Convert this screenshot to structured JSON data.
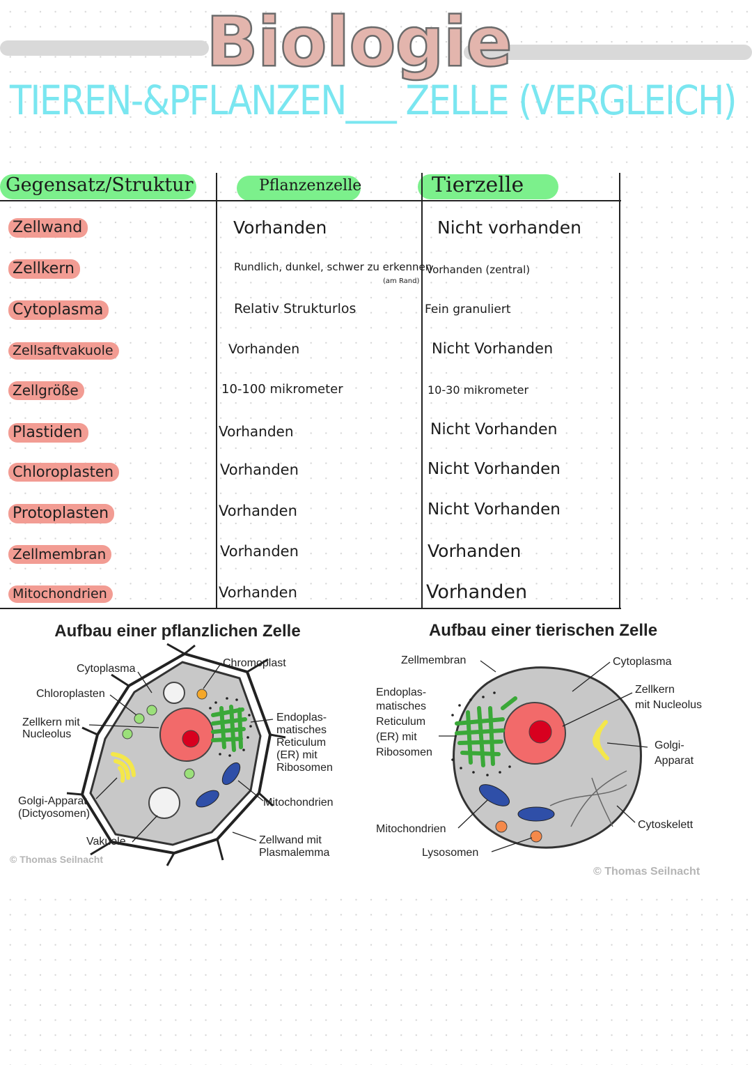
{
  "title": "Biologie",
  "subtitle": "TIEREN-&PFLANZEN___ ZELLE (VERGLEICH)",
  "table": {
    "headers": [
      "Gegensatz/Struktur",
      "Pflanzenzelle",
      "Tierzelle"
    ],
    "rows": [
      {
        "structure": "Zellwand",
        "plant": "Vorhanden",
        "animal": "Nicht vorhanden"
      },
      {
        "structure": "Zellkern",
        "plant": "Rundlich, dunkel, schwer zu erkennen",
        "plant_note": "(am Rand)",
        "animal": "Vorhanden (zentral)"
      },
      {
        "structure": "Cytoplasma",
        "plant": "Relativ Strukturlos",
        "animal": "Fein granuliert"
      },
      {
        "structure": "Zellsaftvakuole",
        "plant": "Vorhanden",
        "animal": "Nicht Vorhanden"
      },
      {
        "structure": "Zellgröße",
        "plant": "10-100 mikrometer",
        "animal": "10-30 mikrometer"
      },
      {
        "structure": "Plastiden",
        "plant": "Vorhanden",
        "animal": "Nicht Vorhanden"
      },
      {
        "structure": "Chloroplasten",
        "plant": "Vorhanden",
        "animal": "Nicht Vorhanden"
      },
      {
        "structure": "Protoplasten",
        "plant": "Vorhanden",
        "animal": "Nicht Vorhanden"
      },
      {
        "structure": "Zellmembran",
        "plant": "Vorhanden",
        "animal": "Vorhanden"
      },
      {
        "structure": "Mitochondrien",
        "plant": "Vorhanden",
        "animal": "Vorhanden"
      }
    ]
  },
  "plant_cell": {
    "title": "Aufbau einer pflanzlichen Zelle",
    "labels": {
      "cytoplasma": "Cytoplasma",
      "chromoplast": "Chromoplast",
      "chloroplasten": "Chloroplasten",
      "zellkern_1": "Zellkern mit",
      "zellkern_2": "Nucleolus",
      "er_1": "Endoplas-",
      "er_2": "matisches",
      "er_3": "Reticulum",
      "er_4": "(ER) mit",
      "er_5": "Ribosomen",
      "golgi_1": "Golgi-Apparat",
      "golgi_2": "(Dictyosomen)",
      "mitochondrien": "Mitochondrien",
      "vakuole": "Vakuole",
      "zellwand_1": "Zellwand mit",
      "zellwand_2": "Plasmalemma"
    },
    "copyright": "© Thomas Seilnacht"
  },
  "animal_cell": {
    "title": "Aufbau einer tierischen Zelle",
    "labels": {
      "zellmembran": "Zellmembran",
      "cytoplasma": "Cytoplasma",
      "er_1": "Endoplas-",
      "er_2": "matisches",
      "er_3": "Reticulum",
      "er_4": "(ER) mit",
      "er_5": "Ribosomen",
      "zellkern_1": "Zellkern",
      "zellkern_2": "mit Nucleolus",
      "golgi_1": "Golgi-",
      "golgi_2": "Apparat",
      "mitochondrien": "Mitochondrien",
      "cytoskelett": "Cytoskelett",
      "lysosomen": "Lysosomen"
    },
    "copyright": "© Thomas Seilnacht"
  },
  "colors": {
    "title_fill": "#e3b5ad",
    "subtitle": "#7ae6f0",
    "header_highlight": "#7cf08c",
    "row_highlight": "#f29c93",
    "nucleus": "#f26a6a",
    "nucleolus": "#d8001f",
    "er": "#3aa838",
    "golgi": "#f4e74a",
    "mitochondria": "#2f4fa8",
    "cytoplasm": "#c8c8c8"
  }
}
